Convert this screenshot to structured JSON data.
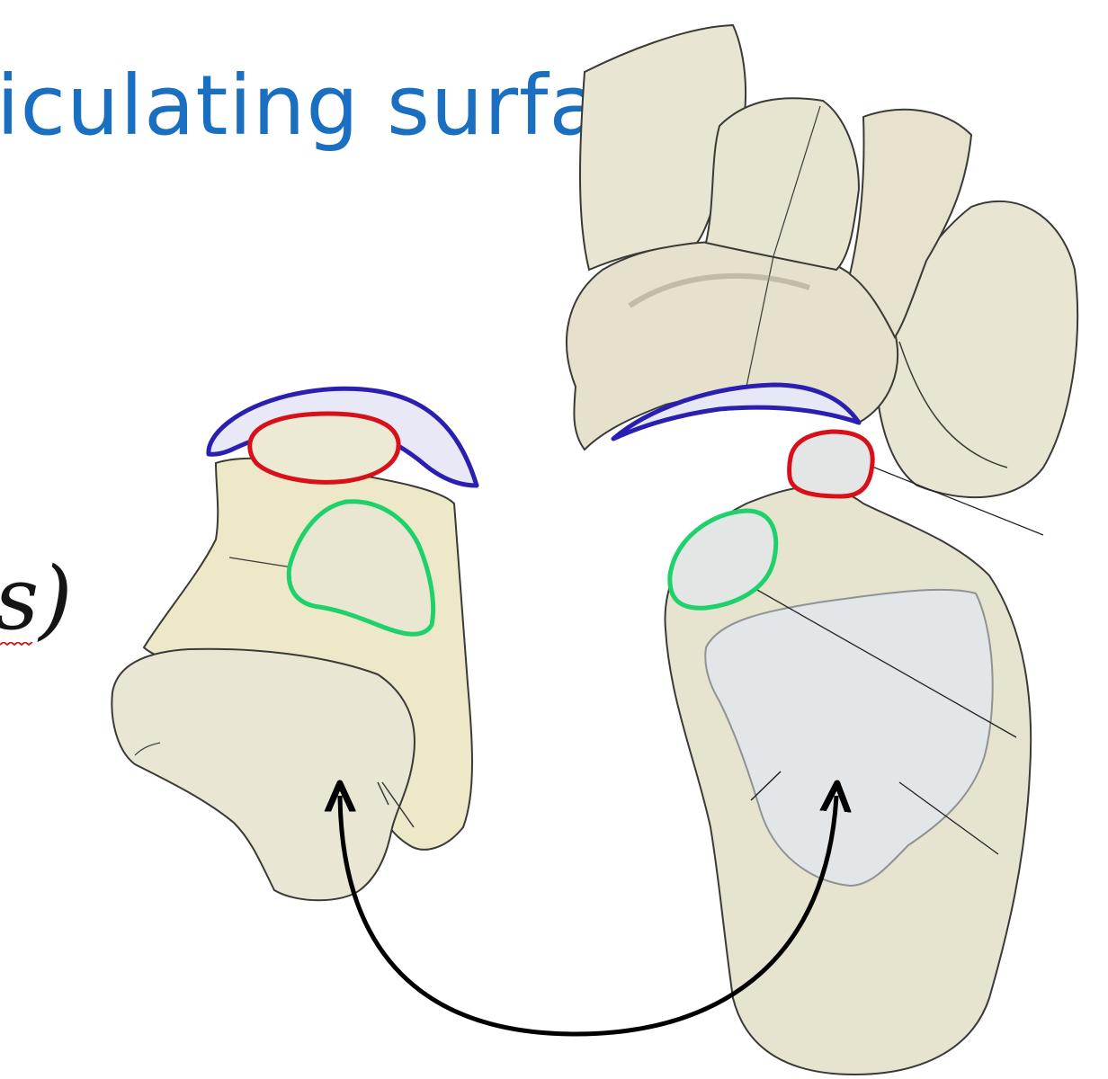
{
  "slide": {
    "title_fragment": "iculating surface",
    "side_text_fragment": "s)"
  },
  "colors": {
    "title_blue": "#1b6fc0",
    "bone_fill": "#e8e5d2",
    "bone_shadow": "#d9d4b6",
    "cartilage_fill": "#e2e6e7",
    "outline": "#3a3a36",
    "blue_outline": "#2a1fb0",
    "red_outline": "#d8101a",
    "green_outline": "#1fd16a",
    "arrow": "#000000"
  },
  "diagram": {
    "left_bone": "talus",
    "right_bone": "foot-skeleton",
    "outline_pairs": [
      "blue",
      "red",
      "green"
    ],
    "connector": "double-headed-curved-arrow"
  }
}
